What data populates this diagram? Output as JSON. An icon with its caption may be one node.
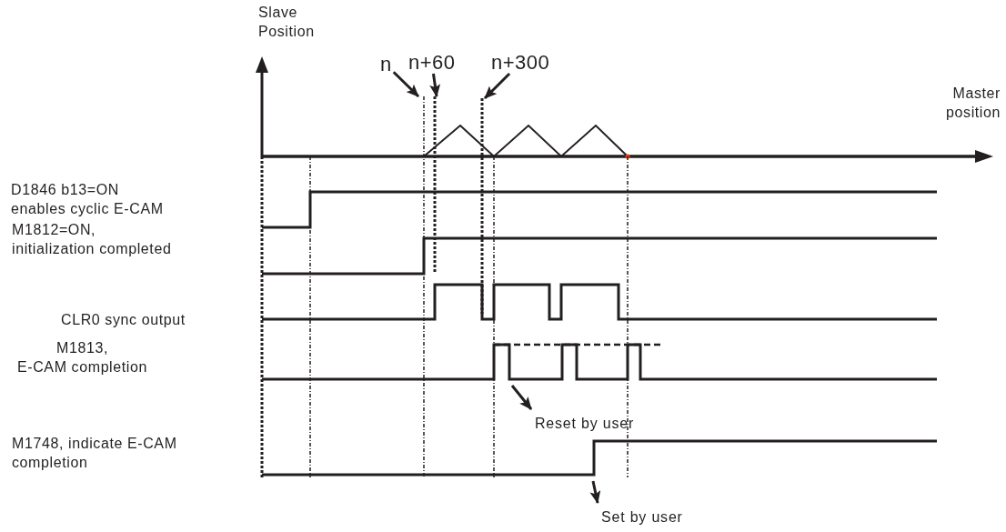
{
  "diagram": {
    "nodes": [
      {
        "text": [
          "n"
        ]
      },
      {
        "text": [
          "n+60"
        ]
      },
      {
        "text": [
          "n+300"
        ]
      },
      {
        "text": [
          "Reset by user"
        ]
      },
      {
        "text": [
          "Set by user"
        ]
      },
      {
        "text": [],
        "shape": "line"
      },
      {
        "text": [],
        "shape": "line"
      },
      {
        "text": [],
        "shape": "line"
      }
    ],
    "edges": [
      {
        "from": 0,
        "to": 5,
        "arrow": "to"
      },
      {
        "from": 1,
        "to": 6,
        "arrow": "to"
      },
      {
        "from": 2,
        "to": 7,
        "arrow": "to"
      },
      {
        "from": null,
        "to": 3,
        "arrow": "to"
      },
      {
        "from": null,
        "to": 4,
        "arrow": "to"
      }
    ],
    "labels": [
      "Slave Position",
      "Master position",
      "D1846 b13=ON enables cyclic E-CAM",
      "M1812=ON, initialization completed",
      "CLR0 sync output",
      "M1813, E-CAM completion",
      "M1748, indicate E-CAM completion"
    ]
  }
}
